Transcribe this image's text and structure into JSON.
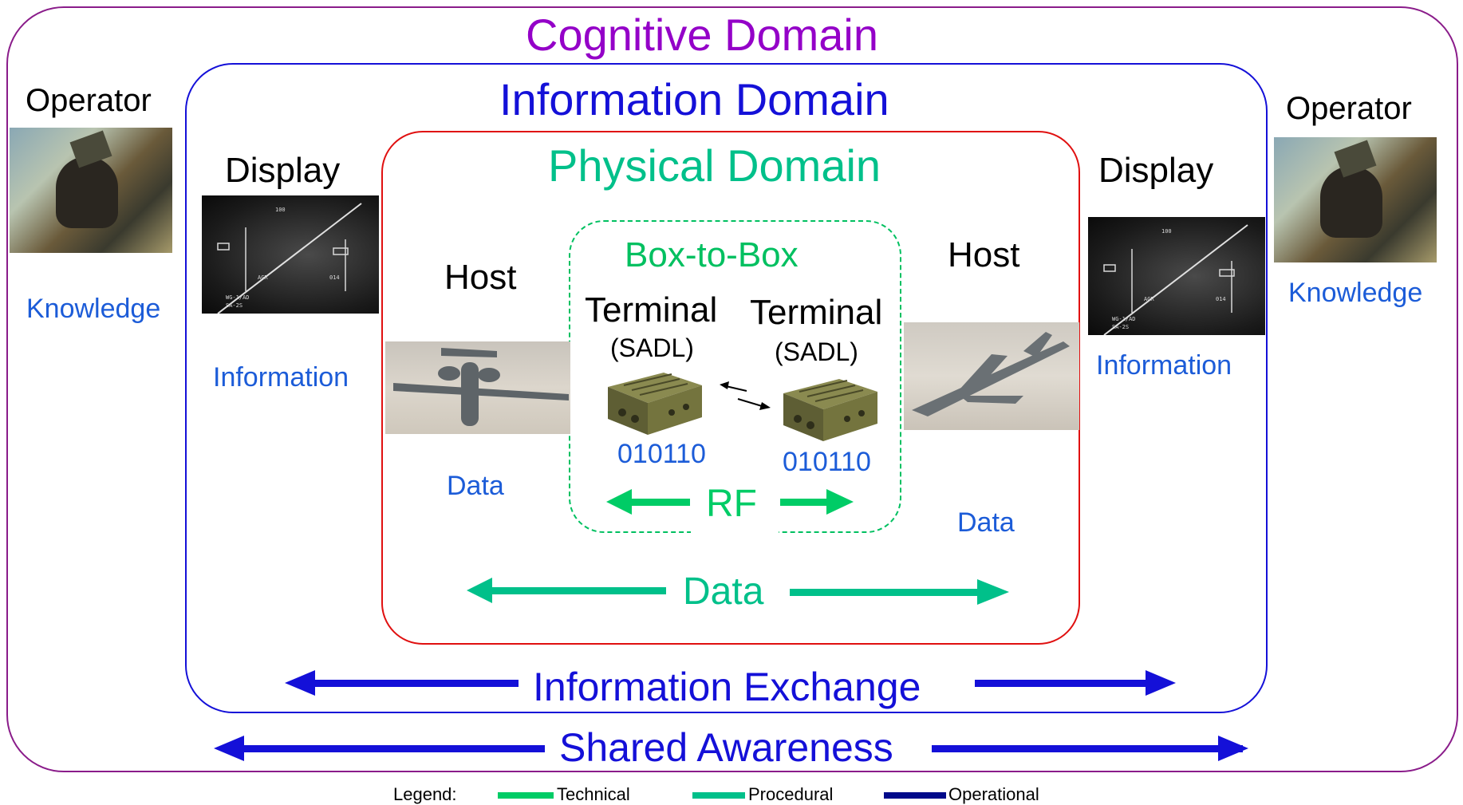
{
  "domains": {
    "cognitive": "Cognitive Domain",
    "information": "Information Domain",
    "physical": "Physical Domain",
    "box_to_box": "Box-to-Box"
  },
  "left": {
    "operator": "Operator",
    "knowledge": "Knowledge",
    "display": "Display",
    "information": "Information",
    "host": "Host",
    "data": "Data",
    "terminal": "Terminal",
    "terminal_sub": "(SADL)",
    "bits": "010110"
  },
  "right": {
    "operator": "Operator",
    "knowledge": "Knowledge",
    "display": "Display",
    "information": "Information",
    "host": "Host",
    "data": "Data",
    "terminal": "Terminal",
    "terminal_sub": "(SADL)",
    "bits": "010110"
  },
  "arrows": {
    "rf": "RF",
    "data": "Data",
    "information_exchange": "Information Exchange",
    "shared_awareness": "Shared Awareness"
  },
  "legend": {
    "title": "Legend:",
    "items": [
      {
        "label": "Technical",
        "color": "#00cc66"
      },
      {
        "label": "Procedural",
        "color": "#00c08a"
      },
      {
        "label": "Operational",
        "color": "#000a8a"
      }
    ]
  },
  "colors": {
    "cognitive": "#9400c8",
    "information": "#1410d8",
    "physical": "#00c08a",
    "physical_border": "#e01010",
    "technical": "#00cc66",
    "label_blue": "#1c5cd8"
  }
}
